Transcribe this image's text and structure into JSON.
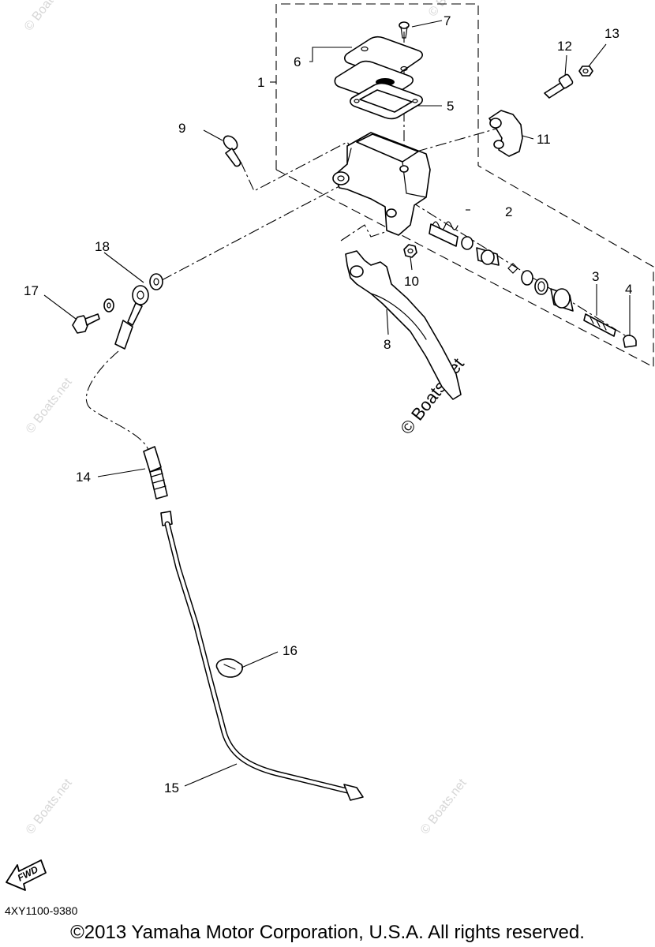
{
  "callouts": [
    {
      "num": "1",
      "part": "master-cylinder-assembly"
    },
    {
      "num": "2",
      "part": "master-cylinder-kit"
    },
    {
      "num": "3",
      "part": "pin"
    },
    {
      "num": "4",
      "part": "boot"
    },
    {
      "num": "5",
      "part": "diaphragm"
    },
    {
      "num": "6",
      "part": "cylinder-cap-set"
    },
    {
      "num": "7",
      "part": "cap-screw"
    },
    {
      "num": "8",
      "part": "lever"
    },
    {
      "num": "9",
      "part": "lever-pivot-bolt"
    },
    {
      "num": "10",
      "part": "pivot-nut"
    },
    {
      "num": "11",
      "part": "holder"
    },
    {
      "num": "12",
      "part": "holder-bolt"
    },
    {
      "num": "13",
      "part": "holder-nut"
    },
    {
      "num": "14",
      "part": "hose-joint"
    },
    {
      "num": "15",
      "part": "hydraulic-pipe"
    },
    {
      "num": "16",
      "part": "hose-clamp"
    },
    {
      "num": "17",
      "part": "union-bolt"
    },
    {
      "num": "18",
      "part": "copper-washer"
    }
  ],
  "watermark": "© Boats.net",
  "fwd_label": "FWD",
  "diagram_code": "4XY1100-9380",
  "copyright": "©2013 Yamaha Motor Corporation, U.S.A. All rights reserved."
}
